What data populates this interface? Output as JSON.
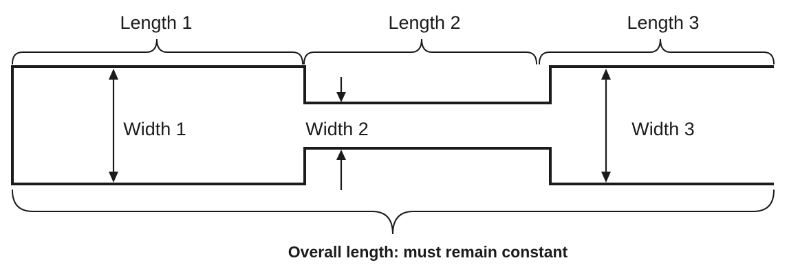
{
  "diagram": {
    "description": "Stepped specimen outline annotated with section length braces, section width arrows, and an overall length brace",
    "colors": {
      "background": "#ffffff",
      "line": "#1b1b1b"
    },
    "sections": [
      {
        "length_label": "Length 1",
        "width_label": "Width 1"
      },
      {
        "length_label": "Length 2",
        "width_label": "Width 2"
      },
      {
        "length_label": "Length 3",
        "width_label": "Width 3"
      }
    ],
    "overall_note": "Overall length: must remain constant"
  }
}
